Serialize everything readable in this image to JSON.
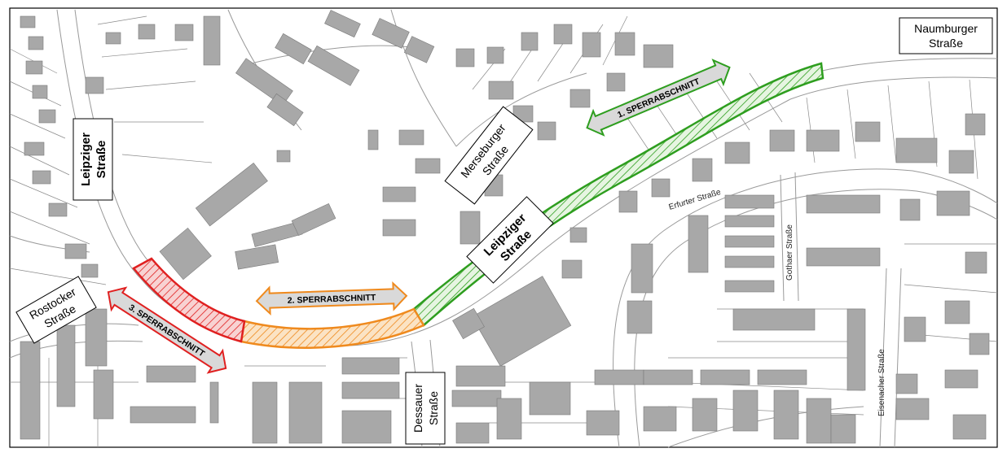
{
  "map": {
    "street_labels": {
      "naumburger": [
        "Naumburger",
        "Straße"
      ],
      "leipziger_west": [
        "Leipziger",
        "Straße"
      ],
      "merseburger": [
        "Merseburger",
        "Straße"
      ],
      "leipziger_center": [
        "Leipziger",
        "Straße"
      ],
      "rostocker": [
        "Rostocker",
        "Straße"
      ],
      "dessauer": [
        "Dessauer",
        "Straße"
      ],
      "erfurter": "Erfurter Straße",
      "gothaer": "Gothaer Straße",
      "eisenacher": "Eisenacher Straße"
    },
    "sections": [
      {
        "label": "1. SPERRABSCHNITT",
        "color": "#2e9e1f",
        "fill": "#d9d9d9"
      },
      {
        "label": "2. SPERRABSCHNITT",
        "color": "#ef8a1e",
        "fill": "#d9d9d9"
      },
      {
        "label": "3. SPERRABSCHNITT",
        "color": "#e02020",
        "fill": "#d9d9d9"
      }
    ],
    "colors": {
      "building": "#a8a8a8",
      "section_1": "#2e9e1f",
      "section_2": "#ef8a1e",
      "section_3": "#e02020"
    }
  }
}
